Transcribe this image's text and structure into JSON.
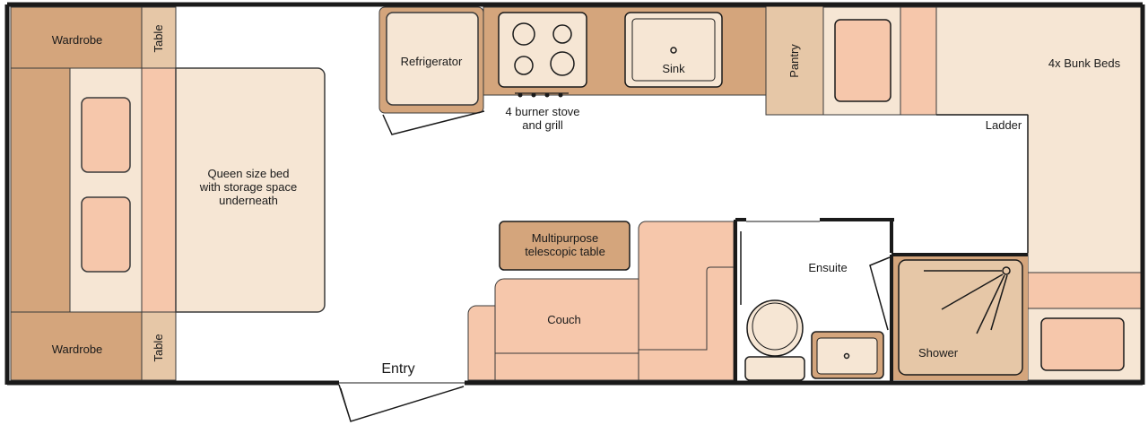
{
  "floorplan": {
    "labels": {
      "wardrobe_top": "Wardrobe",
      "wardrobe_bottom": "Wardrobe",
      "table_top": "Table",
      "table_bottom": "Table",
      "bed_line1": "Queen size bed",
      "bed_line2": "with storage space",
      "bed_line3": "underneath",
      "refrigerator": "Refrigerator",
      "stove_line1": "4 burner stove",
      "stove_line2": "and grill",
      "sink": "Sink",
      "pantry": "Pantry",
      "bunk_beds": "4x Bunk Beds",
      "ladder": "Ladder",
      "table_line1": "Multipurpose",
      "table_line2": "telescopic table",
      "couch": "Couch",
      "ensuite": "Ensuite",
      "shower": "Shower",
      "entry": "Entry"
    },
    "colors": {
      "dark": "#d4a57c",
      "mid": "#e6c7a7",
      "light": "#f6e6d4",
      "peach": "#f6c7ab",
      "bg": "#ffffff",
      "wall": "#1a1a1a"
    }
  }
}
